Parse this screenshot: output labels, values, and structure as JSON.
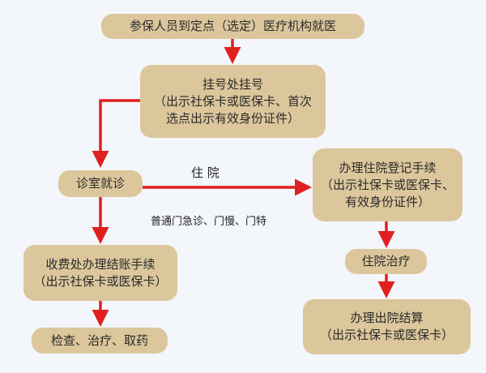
{
  "colors": {
    "box": "#dcc79c",
    "arrow": "#e02020",
    "background": "#f3f6fa"
  },
  "nodes": {
    "start": {
      "lines": [
        "参保人员到定点（选定）医疗机构就医"
      ]
    },
    "register": {
      "lines": [
        "挂号处挂号",
        "（出示社保卡或医保卡、首次",
        "选点出示有效身份证件）"
      ]
    },
    "consult": {
      "lines": [
        "诊室就诊"
      ]
    },
    "admission": {
      "lines": [
        "办理住院登记手续",
        "（出示社保卡或医保卡、",
        "有效身份证件）"
      ]
    },
    "inpatient": {
      "lines": [
        "住院治疗"
      ]
    },
    "discharge": {
      "lines": [
        "办理出院结算",
        "（出示社保卡或医保卡）"
      ]
    },
    "payment": {
      "lines": [
        "收费处办理结账手续",
        "（出示社保卡或医保卡）"
      ]
    },
    "treatment": {
      "lines": [
        "检查、治疗、取药"
      ]
    }
  },
  "edge_labels": {
    "hospitalize": "住 院",
    "outpatient": "普通门急诊、门慢、门特"
  }
}
